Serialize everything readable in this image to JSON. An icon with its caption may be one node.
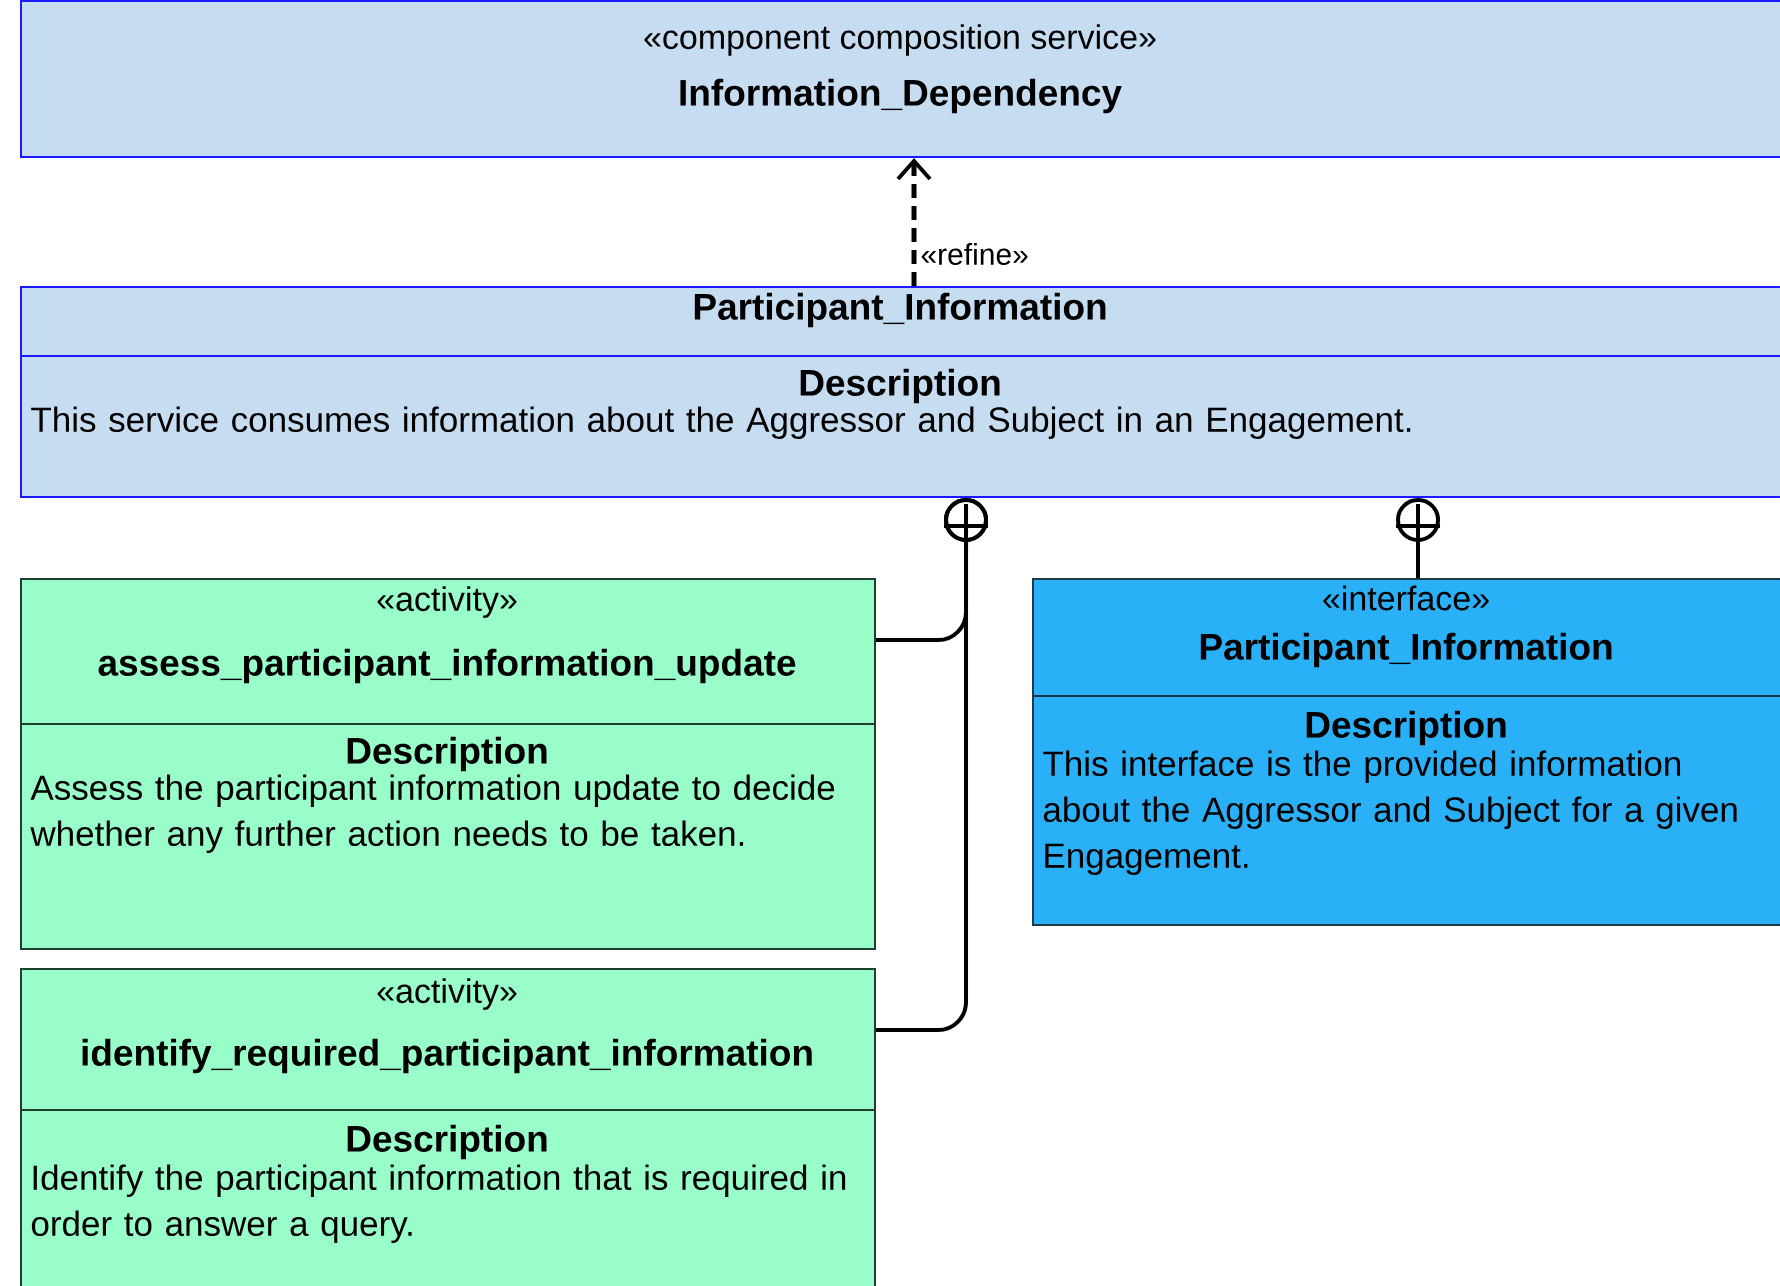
{
  "diagram": {
    "nodes": [
      {
        "text": [
          "«component composition service»",
          "Information_Dependency"
        ]
      },
      {
        "text": [
          "Participant_Information",
          "Description",
          "This service consumes information about the Aggressor and Subject in an Engagement."
        ]
      },
      {
        "text": [
          "«activity»",
          "assess_participant_information_update",
          "Description",
          "Assess the participant information update to decide whether any further action needs to be taken."
        ]
      },
      {
        "text": [
          "«activity»",
          "identify_required_participant_information",
          "Description",
          "Identify the participant information that is required in order to answer a query."
        ]
      },
      {
        "text": [
          "«interface»",
          "Participant_Information",
          "Description",
          "This interface is the provided information about the Aggressor and Subject for a given Engagement."
        ]
      }
    ],
    "edges": [
      {
        "from": 1,
        "to": 0,
        "arrow": "to",
        "style": "dashed",
        "label": "«refine»"
      },
      {
        "from": 2,
        "to": 1,
        "arrow": "other"
      },
      {
        "from": 3,
        "to": 1,
        "arrow": "other"
      },
      {
        "from": 4,
        "to": 1,
        "arrow": "other"
      }
    ]
  }
}
